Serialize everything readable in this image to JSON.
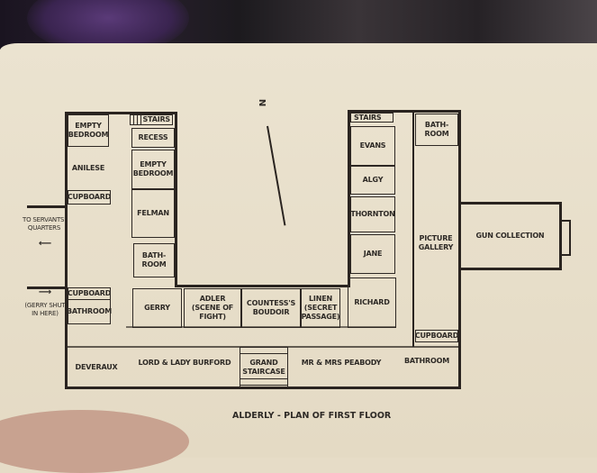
{
  "plan": {
    "compass": "N",
    "caption": "ALDERLY - PLAN OF FIRST FLOOR",
    "left_wing": {
      "empty_bedroom_1": "EMPTY BEDROOM",
      "anilese": "ANILESE",
      "cupboard_1": "CUPBOARD",
      "servants": "TO SERVANTS' QUARTERS",
      "gerry_note": "(GERRY SHUT IN HERE)",
      "cupboard_2": "CUPBOARD",
      "bathroom_1": "BATHROOM",
      "deveraux": "DEVERAUX",
      "stairs_1": "STAIRS",
      "recess": "RECESS",
      "empty_bedroom_2": "EMPTY BEDROOM",
      "felman": "FELMAN",
      "bathroom_2": "BATH-ROOM"
    },
    "middle": {
      "gerry": "GERRY",
      "adler": "ADLER (SCENE OF FIGHT)",
      "countess": "COUNTESS'S BOUDOIR",
      "linen": "LINEN (SECRET PASSAGE)",
      "burford": "LORD & LADY BURFORD",
      "staircase": "GRAND STAIRCASE",
      "peabody": "MR & MRS PEABODY"
    },
    "right_wing": {
      "stairs_2": "STAIRS",
      "evans": "EVANS",
      "algy": "ALGY",
      "thornton": "THORNTON",
      "jane": "JANE",
      "richard": "RICHARD",
      "bathroom_3": "BATH-ROOM",
      "gallery": "PICTURE GALLERY",
      "cupboard_3": "CUPBOARD",
      "bathroom_4": "BATHROOM",
      "gun": "GUN COLLECTION"
    }
  }
}
